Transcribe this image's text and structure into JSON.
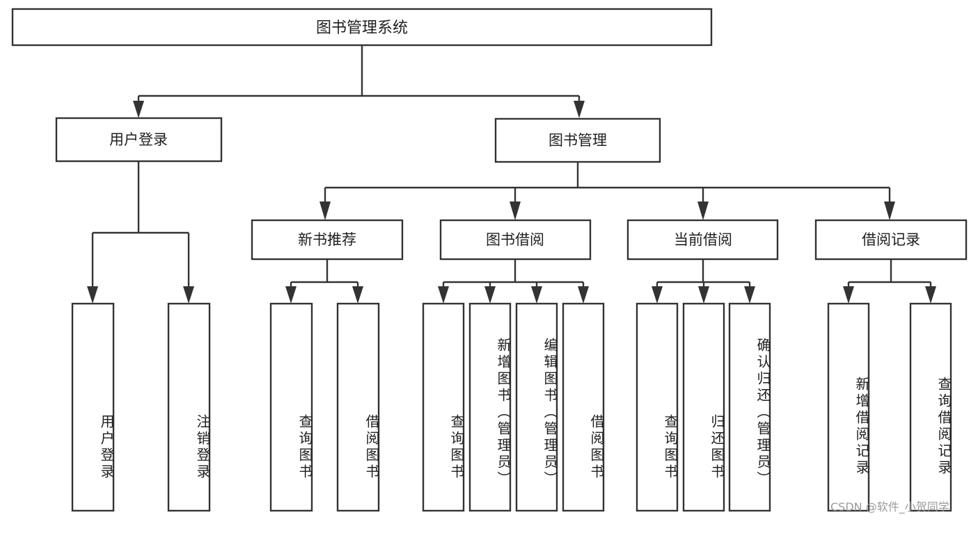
{
  "diagram": {
    "title": "图书管理系统",
    "type": "tree",
    "root": {
      "id": "root",
      "label": "图书管理系统"
    },
    "level1": [
      {
        "id": "user-login",
        "label": "用户登录"
      },
      {
        "id": "book-manage",
        "label": "图书管理"
      }
    ],
    "level2": [
      {
        "id": "new-book-recommend",
        "label": "新书推荐",
        "parent": "book-manage"
      },
      {
        "id": "book-borrow",
        "label": "图书借阅",
        "parent": "book-manage"
      },
      {
        "id": "current-borrow",
        "label": "当前借阅",
        "parent": "book-manage"
      },
      {
        "id": "borrow-record",
        "label": "借阅记录",
        "parent": "book-manage"
      }
    ],
    "leaves": [
      {
        "id": "leaf-user-login",
        "label": "用户登录",
        "parent": "user-login"
      },
      {
        "id": "leaf-logout-login",
        "label": "注销登录",
        "parent": "user-login"
      },
      {
        "id": "leaf-query-book-1",
        "label": "查询图书",
        "parent": "new-book-recommend"
      },
      {
        "id": "leaf-borrow-book-1",
        "label": "借阅图书",
        "parent": "new-book-recommend"
      },
      {
        "id": "leaf-query-book-2",
        "label": "查询图书",
        "parent": "book-borrow"
      },
      {
        "id": "leaf-add-book",
        "label": "新增图书（管理员）",
        "parent": "book-borrow"
      },
      {
        "id": "leaf-edit-book",
        "label": "编辑图书（管理员）",
        "parent": "book-borrow"
      },
      {
        "id": "leaf-borrow-book-2",
        "label": "借阅图书",
        "parent": "book-borrow"
      },
      {
        "id": "leaf-query-book-3",
        "label": "查询图书",
        "parent": "current-borrow"
      },
      {
        "id": "leaf-return-book",
        "label": "归还图书",
        "parent": "current-borrow"
      },
      {
        "id": "leaf-confirm-return",
        "label": "确认归还（管理员）",
        "parent": "current-borrow"
      },
      {
        "id": "leaf-add-record",
        "label": "新增借阅记录",
        "parent": "borrow-record"
      },
      {
        "id": "leaf-query-record",
        "label": "查询借阅记录",
        "parent": "borrow-record"
      }
    ],
    "colors": {
      "stroke": "#333333",
      "fill": "#ffffff",
      "text": "#1f1f1f",
      "background": "#ffffff",
      "watermark": "#9a9a9a"
    }
  },
  "watermark": {
    "text": "CSDN @软件_小贺同学"
  }
}
